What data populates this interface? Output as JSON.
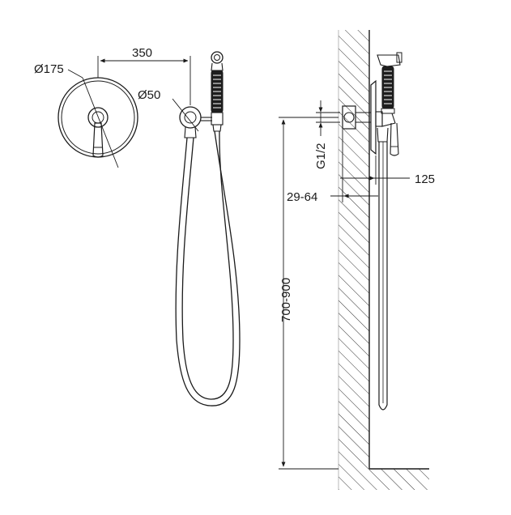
{
  "dimensions": {
    "mixer_diameter": "Ø175",
    "offset_length": "350",
    "outlet_diameter": "Ø50",
    "thread": "G1/2",
    "projection": "125",
    "wall_depth": "29-64",
    "install_height": "700-900"
  }
}
